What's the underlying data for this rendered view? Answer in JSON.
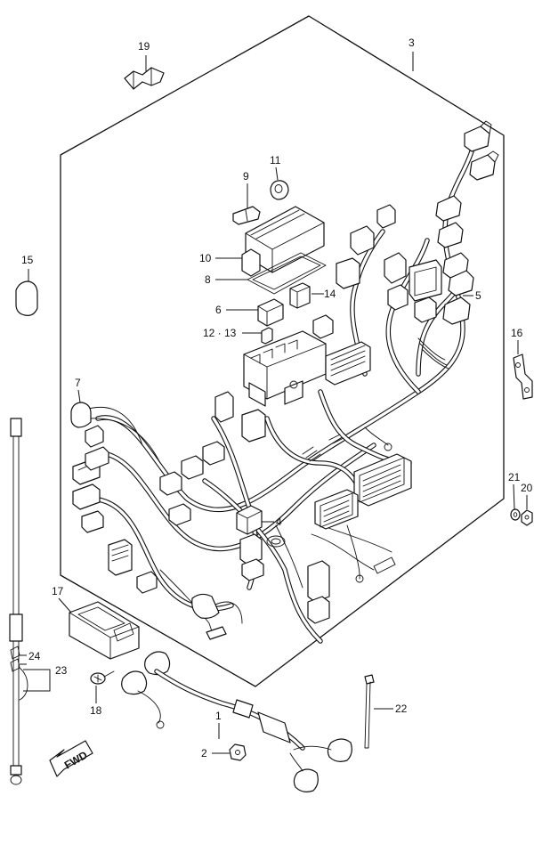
{
  "callouts": [
    {
      "id": "c1",
      "text": "1"
    },
    {
      "id": "c2",
      "text": "2"
    },
    {
      "id": "c3",
      "text": "3"
    },
    {
      "id": "c4",
      "text": "4"
    },
    {
      "id": "c5",
      "text": "5"
    },
    {
      "id": "c6",
      "text": "6"
    },
    {
      "id": "c7",
      "text": "7"
    },
    {
      "id": "c8",
      "text": "8"
    },
    {
      "id": "c9",
      "text": "9"
    },
    {
      "id": "c10",
      "text": "10"
    },
    {
      "id": "c11",
      "text": "11"
    },
    {
      "id": "c12",
      "text": "12 · 13"
    },
    {
      "id": "c14",
      "text": "14"
    },
    {
      "id": "c15",
      "text": "15"
    },
    {
      "id": "c16",
      "text": "16"
    },
    {
      "id": "c17",
      "text": "17"
    },
    {
      "id": "c18",
      "text": "18"
    },
    {
      "id": "c19",
      "text": "19"
    },
    {
      "id": "c20",
      "text": "20"
    },
    {
      "id": "c21",
      "text": "21"
    },
    {
      "id": "c22",
      "text": "22"
    },
    {
      "id": "c23",
      "text": "23"
    },
    {
      "id": "c24",
      "text": "24"
    }
  ],
  "direction_arrow": {
    "text": "FWD",
    "icon": "fwd-arrow-icon"
  }
}
